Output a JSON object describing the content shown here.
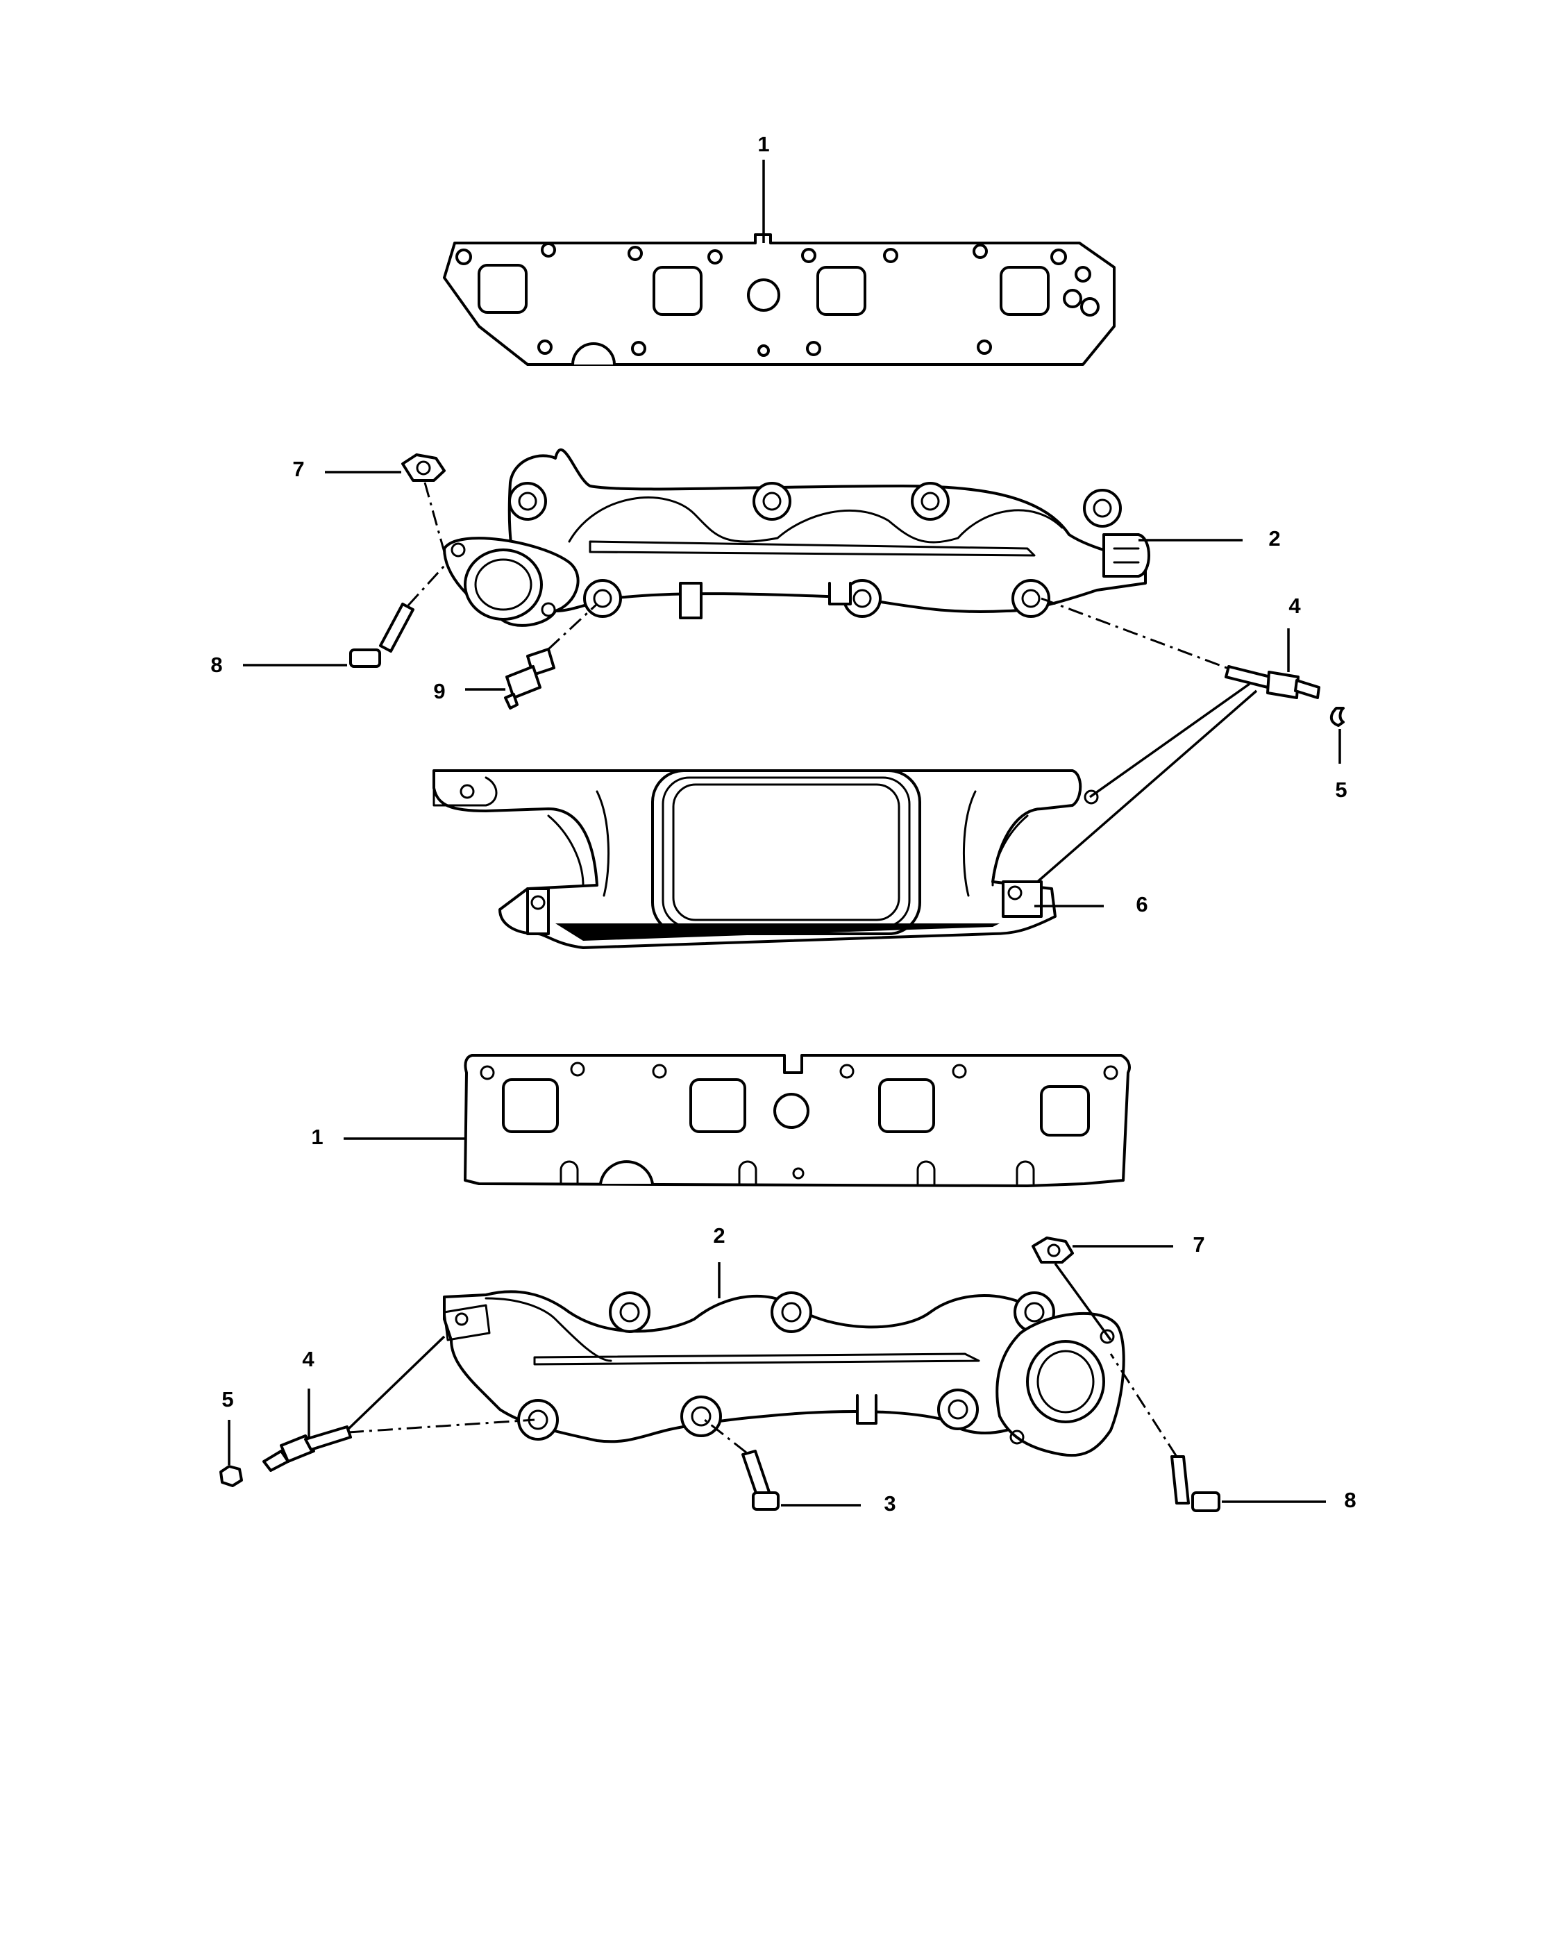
{
  "callouts": {
    "c1_top": "1",
    "c7_top": "7",
    "c2_top": "2",
    "c4_top": "4",
    "c8_top": "8",
    "c9": "9",
    "c5_top": "5",
    "c6": "6",
    "c1_bottom": "1",
    "c2_bottom": "2",
    "c7_bottom": "7",
    "c4_bottom": "4",
    "c5_bottom": "5",
    "c3": "3",
    "c8_bottom": "8"
  },
  "colors": {
    "line": "#000000",
    "background": "#ffffff"
  }
}
